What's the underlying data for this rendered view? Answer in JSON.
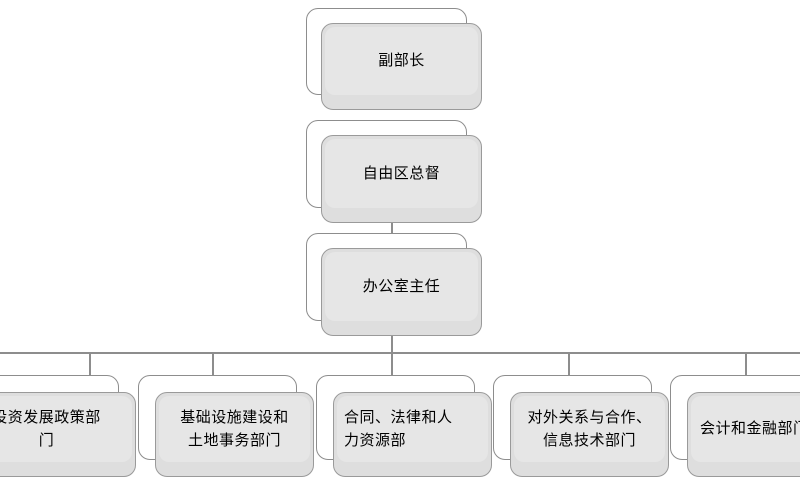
{
  "chart_title": "",
  "theme": {
    "background": "#ffffff",
    "card_front_fill": "#dedede",
    "card_inner_fill": "#e6e6e6",
    "card_back_fill": "#ffffff",
    "card_border": "#9a9a9a",
    "card_back_border": "#8d8d8d",
    "connector_color": "#8d8d8d",
    "text_color": "#000000"
  },
  "nodes": {
    "level1": {
      "label": "副部长"
    },
    "level2": {
      "label": "自由区总督"
    },
    "level3": {
      "label": "办公室主任"
    },
    "departments": [
      {
        "label": "投资发展政策部\n门"
      },
      {
        "label": "基础设施建设和\n土地事务部门"
      },
      {
        "label": "合同、法律和人\n力资源部"
      },
      {
        "label": "对外关系与合作、\n信息技术部门"
      },
      {
        "label": "会计和金融部门"
      }
    ]
  }
}
